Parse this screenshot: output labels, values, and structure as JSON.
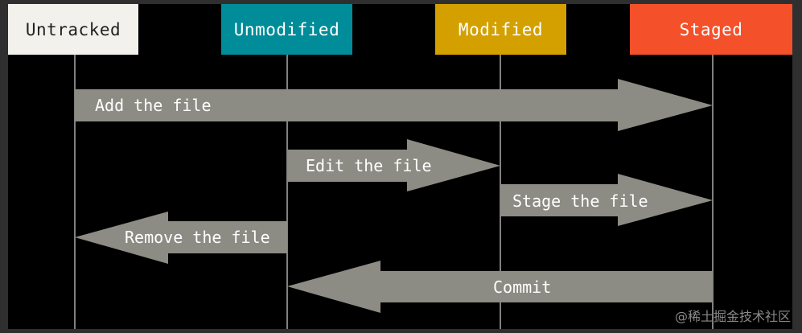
{
  "colors": {
    "background": "#000000",
    "lifeline": "#aaaaaa",
    "arrow_fill": "#8d8c84",
    "arrow_text": "#ffffff"
  },
  "states": [
    {
      "label": "Untracked",
      "color": "#f2f1ec",
      "text_color": "#222222"
    },
    {
      "label": "Unmodified",
      "color": "#008c99",
      "text_color": "#ffffff"
    },
    {
      "label": "Modified",
      "color": "#d4a000",
      "text_color": "#ffffff"
    },
    {
      "label": "Staged",
      "color": "#f4502a",
      "text_color": "#ffffff"
    }
  ],
  "transitions": [
    {
      "label": "Add the file",
      "from": "Untracked",
      "to": "Staged"
    },
    {
      "label": "Edit the file",
      "from": "Unmodified",
      "to": "Modified"
    },
    {
      "label": "Stage the file",
      "from": "Modified",
      "to": "Staged"
    },
    {
      "label": "Remove the file",
      "from": "Unmodified",
      "to": "Untracked"
    },
    {
      "label": "Commit",
      "from": "Staged",
      "to": "Unmodified"
    }
  ],
  "watermark": "@稀土掘金技术社区"
}
